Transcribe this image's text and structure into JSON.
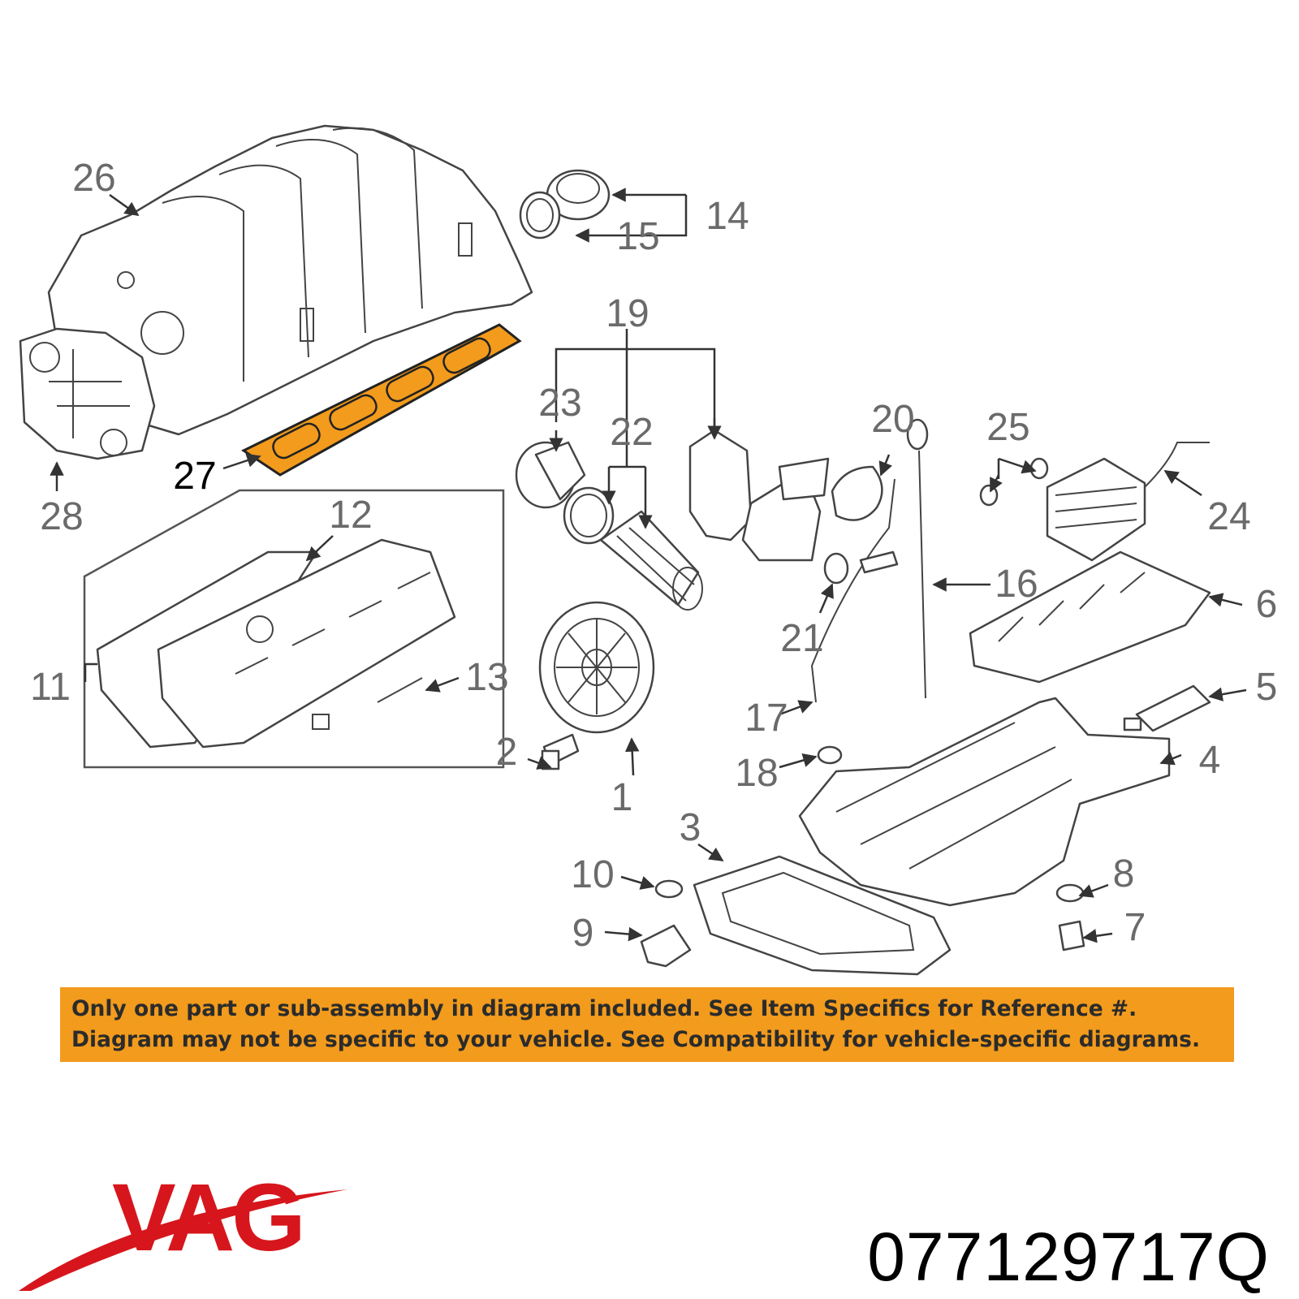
{
  "diagram": {
    "callouts": [
      {
        "id": "1",
        "label": "1"
      },
      {
        "id": "2",
        "label": "2"
      },
      {
        "id": "3",
        "label": "3"
      },
      {
        "id": "4",
        "label": "4"
      },
      {
        "id": "5",
        "label": "5"
      },
      {
        "id": "6",
        "label": "6"
      },
      {
        "id": "7",
        "label": "7"
      },
      {
        "id": "8",
        "label": "8"
      },
      {
        "id": "9",
        "label": "9"
      },
      {
        "id": "10",
        "label": "10"
      },
      {
        "id": "11",
        "label": "11"
      },
      {
        "id": "12",
        "label": "12"
      },
      {
        "id": "13",
        "label": "13"
      },
      {
        "id": "14",
        "label": "14"
      },
      {
        "id": "15",
        "label": "15"
      },
      {
        "id": "16",
        "label": "16"
      },
      {
        "id": "17",
        "label": "17"
      },
      {
        "id": "18",
        "label": "18"
      },
      {
        "id": "19",
        "label": "19"
      },
      {
        "id": "20",
        "label": "20"
      },
      {
        "id": "21",
        "label": "21"
      },
      {
        "id": "22",
        "label": "22"
      },
      {
        "id": "23",
        "label": "23"
      },
      {
        "id": "24",
        "label": "24"
      },
      {
        "id": "25",
        "label": "25"
      },
      {
        "id": "26",
        "label": "26"
      },
      {
        "id": "27",
        "label": "27"
      },
      {
        "id": "28",
        "label": "28"
      }
    ],
    "highlighted_part": "27",
    "highlight_color": "#f29b1d"
  },
  "notice": {
    "line1": "Only one part or sub-assembly in diagram included. See Item Specifics for Reference #.",
    "line2": "Diagram may not be specific to your vehicle. See Compatibility for vehicle-specific diagrams.",
    "background_color": "#f29b1d"
  },
  "brand": {
    "logo_text": "VAG",
    "logo_color": "#d6161c"
  },
  "part_number": "077129717Q"
}
